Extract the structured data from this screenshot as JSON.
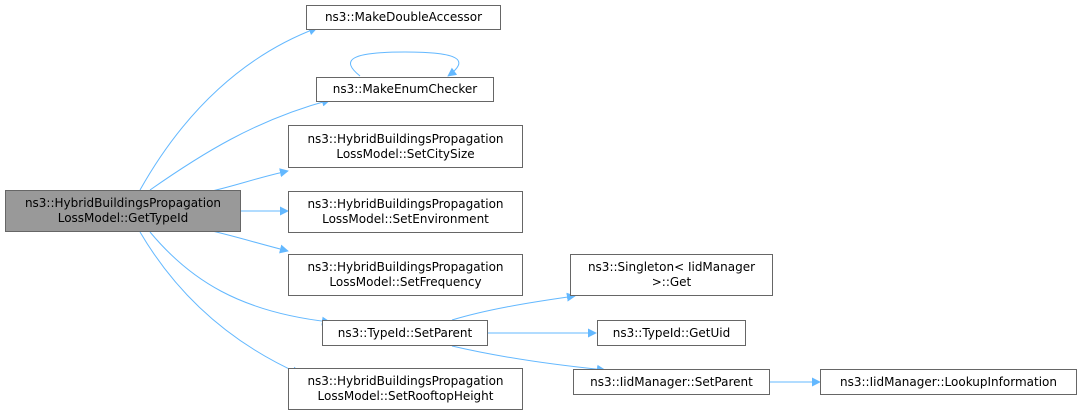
{
  "colors": {
    "edge": "#63b8ff",
    "root_fill": "#999999",
    "node_fill": "#ffffff",
    "node_border": "#666666"
  },
  "nodes": {
    "root": [
      "ns3::HybridBuildingsPropagation",
      "LossModel::GetTypeId"
    ],
    "make_double_accessor": [
      "ns3::MakeDoubleAccessor"
    ],
    "make_enum_checker": [
      "ns3::MakeEnumChecker"
    ],
    "set_city_size": [
      "ns3::HybridBuildingsPropagation",
      "LossModel::SetCitySize"
    ],
    "set_environment": [
      "ns3::HybridBuildingsPropagation",
      "LossModel::SetEnvironment"
    ],
    "set_frequency": [
      "ns3::HybridBuildingsPropagation",
      "LossModel::SetFrequency"
    ],
    "typeid_set_parent": [
      "ns3::TypeId::SetParent"
    ],
    "set_rooftop_height": [
      "ns3::HybridBuildingsPropagation",
      "LossModel::SetRooftopHeight"
    ],
    "singleton_get": [
      "ns3::Singleton< IidManager",
      ">::Get"
    ],
    "typeid_get_uid": [
      "ns3::TypeId::GetUid"
    ],
    "iidmanager_set_parent": [
      "ns3::IidManager::SetParent"
    ],
    "iidmanager_lookup_information": [
      "ns3::IidManager::LookupInformation"
    ]
  }
}
